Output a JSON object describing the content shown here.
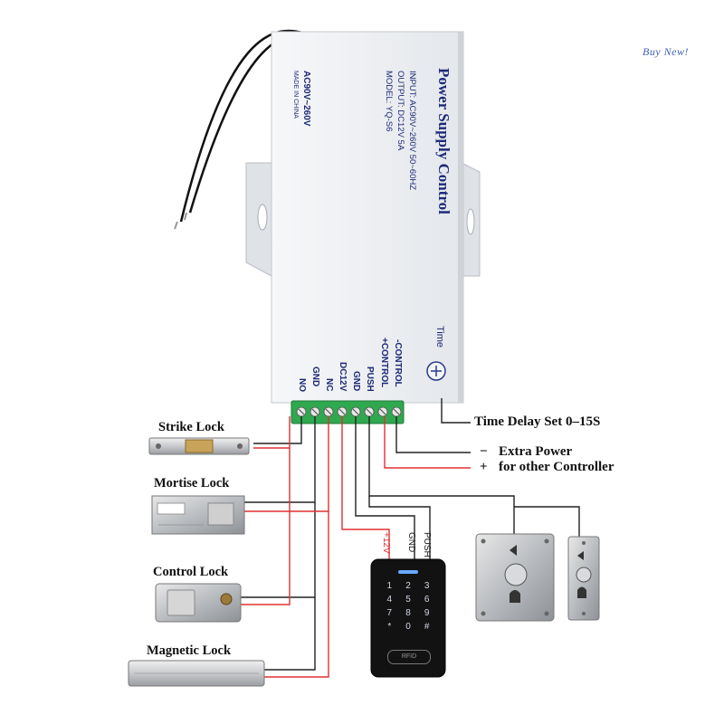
{
  "watermark": "Buy   New!",
  "box": {
    "title": "Power Supply Control",
    "specs": [
      "INPUT: AC90V~260V 50~60HZ",
      "OUTPUT: DC12V 5A",
      "MODEL: YQ-S6"
    ],
    "voltage": "AC90V~260V",
    "made_in": "MADE IN CHINA",
    "time_label": "Time",
    "terminals": [
      "NO",
      "GND",
      "NC",
      "DC12V",
      "GND",
      "PUSH",
      "+CONTROL",
      "-CONTROL"
    ]
  },
  "annotations": {
    "time_delay": "Time Delay Set 0–15S",
    "extra_power_minus": "−",
    "extra_power_plus": "+",
    "extra_power_line1": "Extra Power",
    "extra_power_line2": "for other Controller"
  },
  "locks": [
    "Strike Lock",
    "Mortise Lock",
    "Control Lock",
    "Magnetic Lock"
  ],
  "wire_labels": {
    "v12": "+12V",
    "gnd": "GND",
    "push": "PUSH"
  },
  "keypad": {
    "keys": [
      "1",
      "2",
      "3",
      "4",
      "5",
      "6",
      "7",
      "8",
      "9",
      "*",
      "0",
      "#"
    ],
    "rfid": "RFID"
  },
  "colors": {
    "red_wire": "#e03030",
    "black_wire": "#222222",
    "box": "#eef0f3",
    "terminal_block": "#2fa84f"
  }
}
